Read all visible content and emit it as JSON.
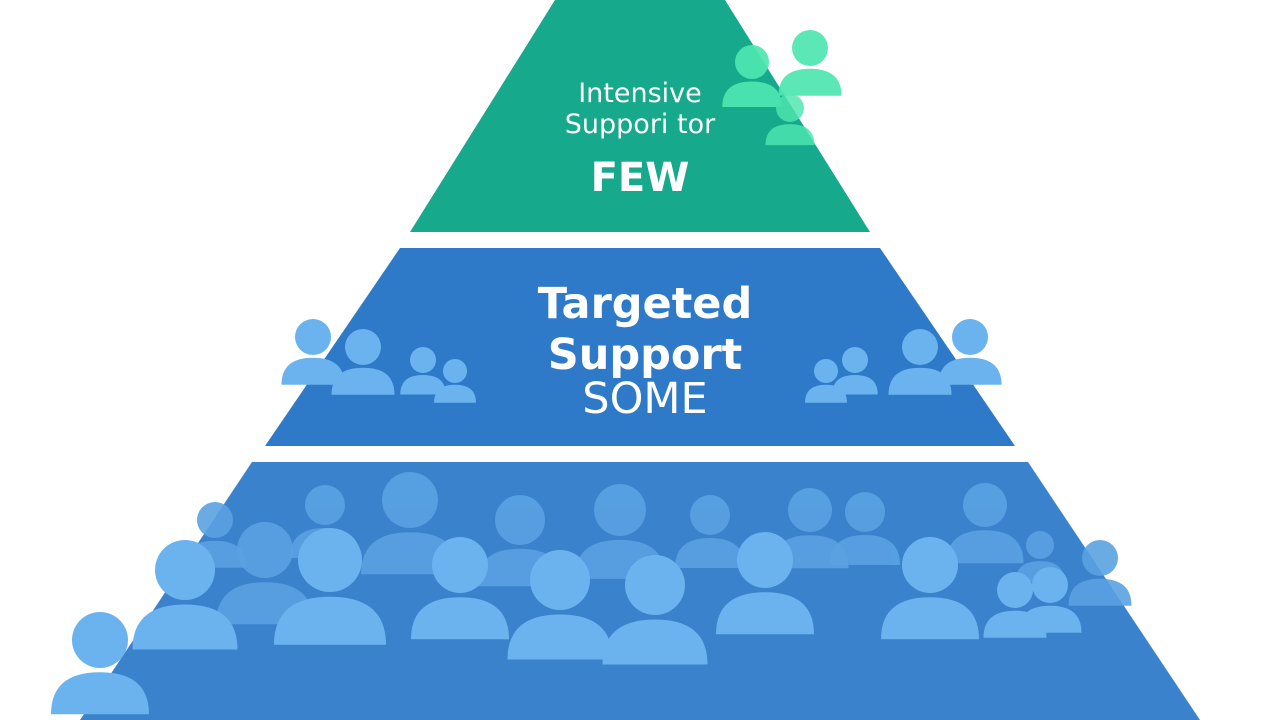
{
  "tiers": {
    "top": {
      "line1": "Intensive",
      "line2": "Suppori tor",
      "line3": "FEW"
    },
    "middle": {
      "line1": "Targeted",
      "line2": "Support",
      "line3": "SOME"
    }
  },
  "colors": {
    "top_tier": "#16a98b",
    "middle_tier": "#2f7ac8",
    "bottom_tier": "#3b82cc",
    "top_people": "#4ee6b0",
    "people_blue": "#6ab3ee",
    "people_blue_dark": "#5aa2e2"
  },
  "icons": {
    "top": "people-group-icon",
    "middle_left": "people-group-icon",
    "middle_right": "people-group-icon",
    "bottom": "crowd-icon"
  }
}
